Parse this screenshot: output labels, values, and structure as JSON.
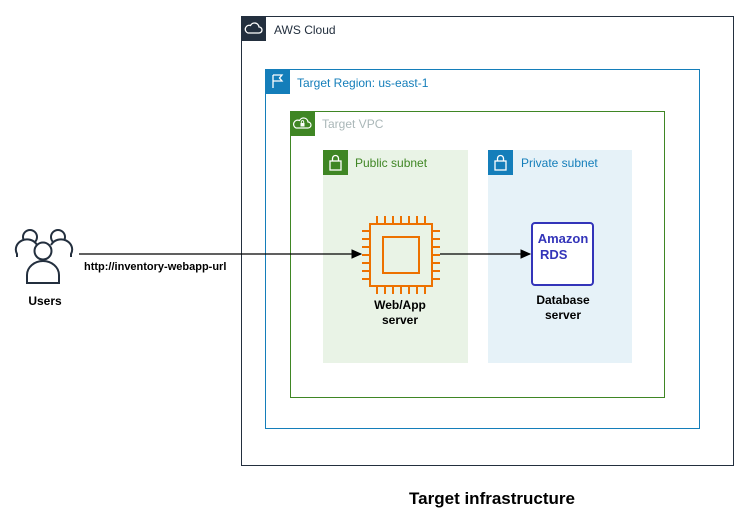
{
  "aws_cloud": {
    "label": "AWS Cloud"
  },
  "region": {
    "label": "Target Region: us-east-1"
  },
  "vpc": {
    "label": "Target VPC"
  },
  "public_subnet": {
    "label": "Public subnet"
  },
  "private_subnet": {
    "label": "Private subnet"
  },
  "users": {
    "label": "Users"
  },
  "connection": {
    "url_label": "http://inventory-webapp-url"
  },
  "web_server": {
    "line1": "Web/App",
    "line2": "server"
  },
  "database": {
    "line1": "Database",
    "line2": "server",
    "logo_line1": "Amazon",
    "logo_line2": "RDS"
  },
  "footer": {
    "title": "Target infrastructure"
  },
  "colors": {
    "cloud": "#232f3e",
    "region": "#147eba",
    "vpc": "#3f8624",
    "public_subnet_bg": "#e9f3e6",
    "private_subnet_bg": "#e6f2f8",
    "ec2": "#ed7100",
    "rds": "#3334b9"
  }
}
